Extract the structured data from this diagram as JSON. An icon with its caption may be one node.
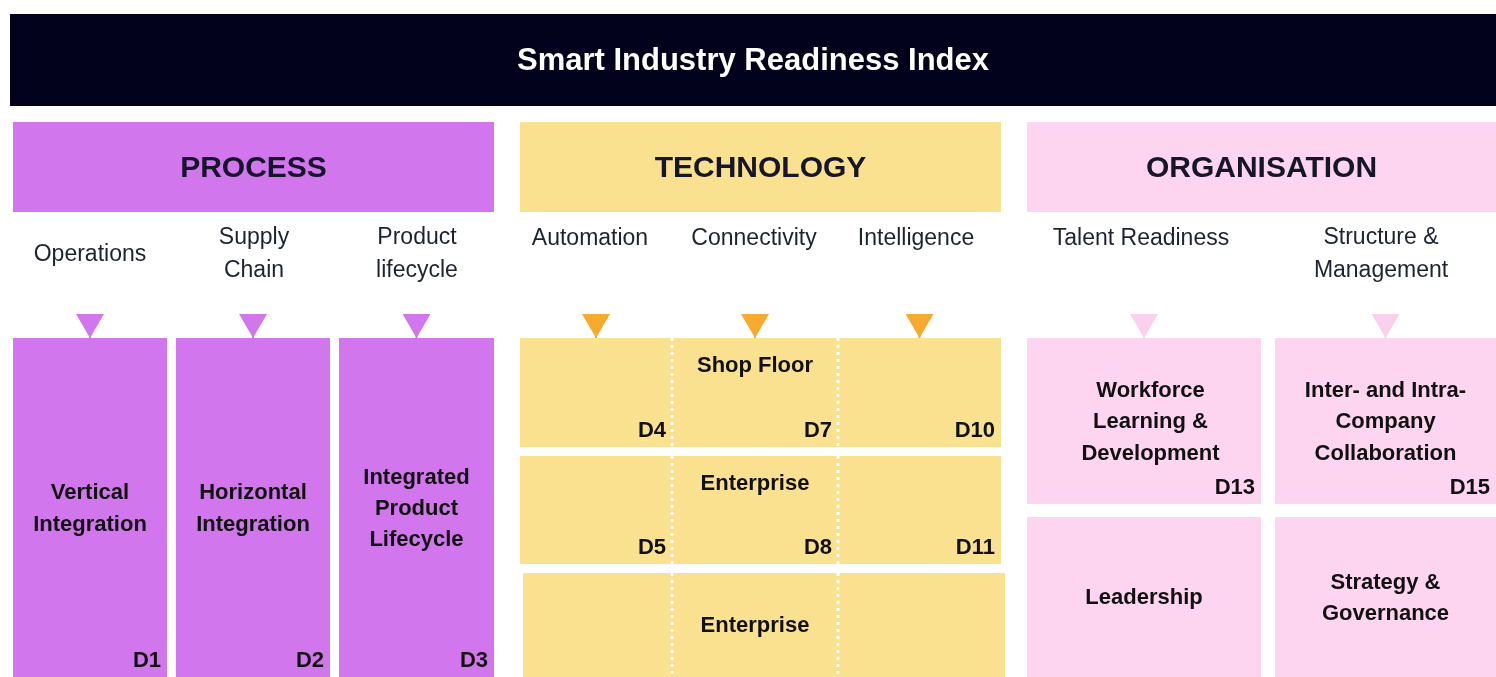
{
  "diagram": {
    "title": "Smart Industry Readiness Index",
    "nodes": [
      {
        "text": [
          "PROCESS"
        ]
      },
      {
        "text": [
          "TECHNOLOGY"
        ]
      },
      {
        "text": [
          "ORGANISATION"
        ]
      },
      {
        "text": [
          "Operations"
        ]
      },
      {
        "text": [
          "Supply Chain"
        ]
      },
      {
        "text": [
          "Product lifecycle"
        ]
      },
      {
        "text": [
          "Automation"
        ]
      },
      {
        "text": [
          "Connectivity"
        ]
      },
      {
        "text": [
          "Intelligence"
        ]
      },
      {
        "text": [
          "Talent Readiness"
        ]
      },
      {
        "text": [
          "Structure & Management"
        ]
      },
      {
        "text": [
          "Vertical Integration",
          "D1"
        ]
      },
      {
        "text": [
          "Horizontal Integration",
          "D2"
        ]
      },
      {
        "text": [
          "Integrated Product Lifecycle",
          "D3"
        ]
      },
      {
        "text": [
          "D4"
        ]
      },
      {
        "text": [
          "Shop Floor",
          "D7"
        ]
      },
      {
        "text": [
          "D10"
        ]
      },
      {
        "text": [
          "D5"
        ]
      },
      {
        "text": [
          "Enterprise",
          "D8"
        ]
      },
      {
        "text": [
          "D11"
        ]
      },
      {
        "text": [],
        "shape": "box"
      },
      {
        "text": [
          "Enterprise"
        ]
      },
      {
        "text": [],
        "shape": "box"
      },
      {
        "text": [
          "Workforce Learning & Development",
          "D13"
        ]
      },
      {
        "text": [
          "Inter- and Intra-Company Collaboration",
          "D15"
        ]
      },
      {
        "text": [
          "Leadership"
        ]
      },
      {
        "text": [
          "Strategy & Governance"
        ]
      }
    ],
    "edges": [
      {
        "from": 3,
        "to": 11,
        "arrow": "to",
        "color": "#d176ed"
      },
      {
        "from": 4,
        "to": 12,
        "arrow": "to",
        "color": "#d176ed"
      },
      {
        "from": 5,
        "to": 13,
        "arrow": "to",
        "color": "#d176ed"
      },
      {
        "from": 6,
        "to": 14,
        "arrow": "to",
        "color": "#f7a930"
      },
      {
        "from": 7,
        "to": 15,
        "arrow": "to",
        "color": "#f7a930"
      },
      {
        "from": 8,
        "to": 16,
        "arrow": "to",
        "color": "#f7a930"
      },
      {
        "from": 9,
        "to": 23,
        "arrow": "to",
        "color": "#fbd0ee"
      },
      {
        "from": 10,
        "to": 24,
        "arrow": "to",
        "color": "#fbd0ee"
      }
    ]
  }
}
